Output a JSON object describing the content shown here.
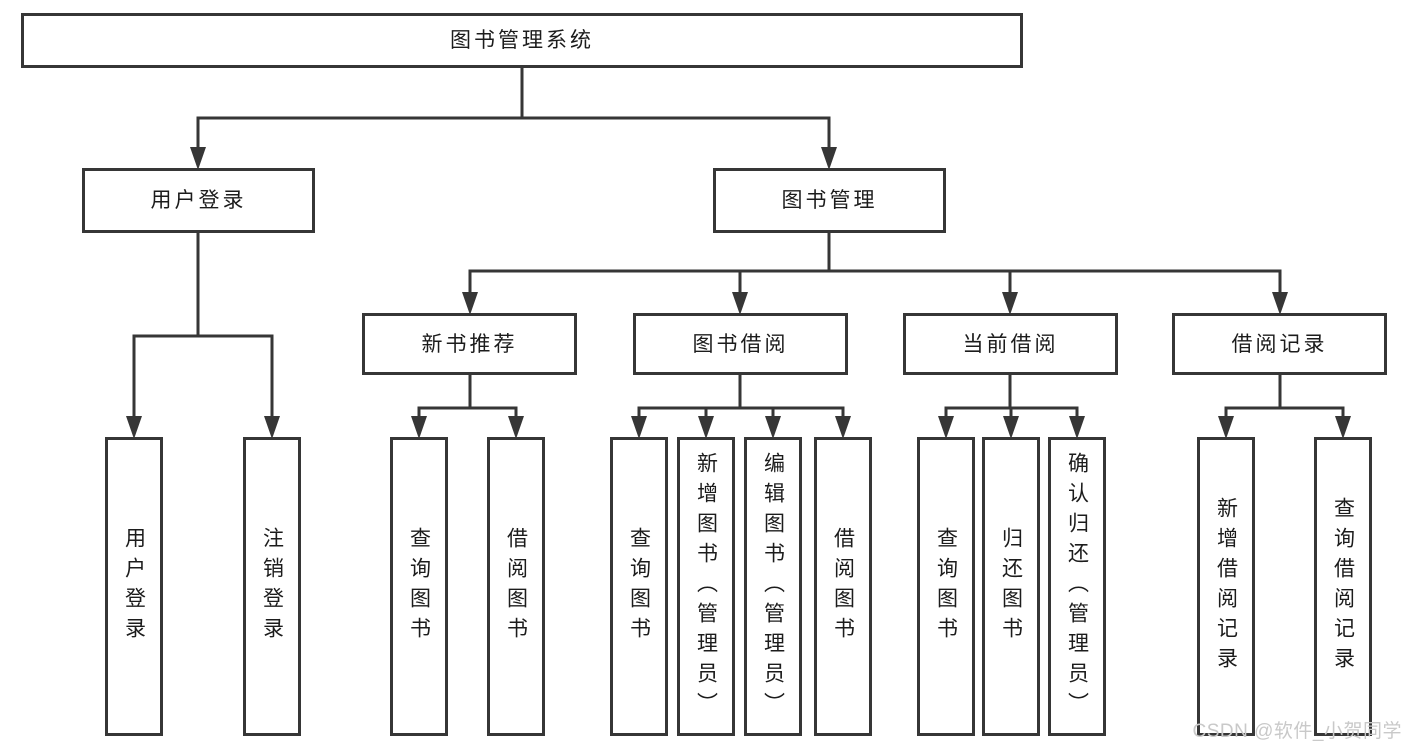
{
  "tree": {
    "root": {
      "label": "图书管理系统",
      "children": [
        {
          "label": "用户登录",
          "children": [
            {
              "label": "用户登录"
            },
            {
              "label": "注销登录"
            }
          ]
        },
        {
          "label": "图书管理",
          "children": [
            {
              "label": "新书推荐",
              "children": [
                {
                  "label": "查询图书"
                },
                {
                  "label": "借阅图书"
                }
              ]
            },
            {
              "label": "图书借阅",
              "children": [
                {
                  "label": "查询图书"
                },
                {
                  "label": "新增图书（管理员）"
                },
                {
                  "label": "编辑图书（管理员）"
                },
                {
                  "label": "借阅图书"
                }
              ]
            },
            {
              "label": "当前借阅",
              "children": [
                {
                  "label": "查询图书"
                },
                {
                  "label": "归还图书"
                },
                {
                  "label": "确认归还（管理员）"
                }
              ]
            },
            {
              "label": "借阅记录",
              "children": [
                {
                  "label": "新增借阅记录"
                },
                {
                  "label": "查询借阅记录"
                }
              ]
            }
          ]
        }
      ]
    }
  },
  "watermark": {
    "text": "CSDN @软件_小贺同学"
  },
  "colors": {
    "line": "#363636",
    "text": "#1c1c1c",
    "watermark": "#c9c9c9",
    "background": "#ffffff"
  }
}
